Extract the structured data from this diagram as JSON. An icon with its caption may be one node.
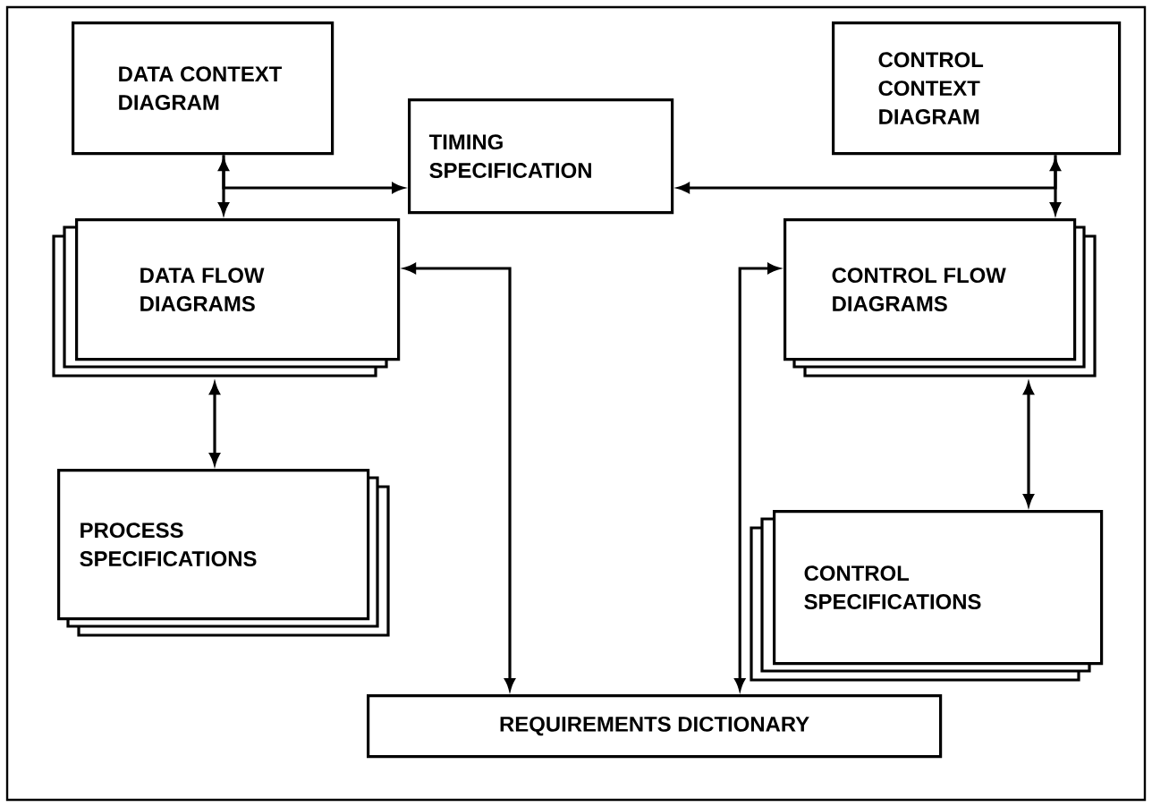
{
  "diagram": {
    "nodes": [
      {
        "text": [
          "DATA CONTEXT DIAGRAM"
        ]
      },
      {
        "text": [
          "TIMING SPECIFICATION"
        ]
      },
      {
        "text": [
          "CONTROL CONTEXT DIAGRAM"
        ]
      },
      {
        "text": [
          "DATA FLOW DIAGRAMS"
        ]
      },
      {
        "text": [
          "CONTROL FLOW DIAGRAMS"
        ]
      },
      {
        "text": [
          "PROCESS SPECIFICATIONS"
        ]
      },
      {
        "text": [
          "CONTROL SPECIFICATIONS"
        ]
      },
      {
        "text": [
          "REQUIREMENTS DICTIONARY"
        ]
      }
    ],
    "edges": [
      {
        "from": 0,
        "to": 3,
        "arrow": "both"
      },
      {
        "from": 0,
        "to": 1,
        "arrow": "to"
      },
      {
        "from": 2,
        "to": 4,
        "arrow": "both"
      },
      {
        "from": 2,
        "to": 1,
        "arrow": "to"
      },
      {
        "from": 3,
        "to": 5,
        "arrow": "both"
      },
      {
        "from": 4,
        "to": 6,
        "arrow": "both"
      },
      {
        "from": 3,
        "to": 7,
        "arrow": "both"
      },
      {
        "from": 4,
        "to": 7,
        "arrow": "both"
      }
    ]
  }
}
